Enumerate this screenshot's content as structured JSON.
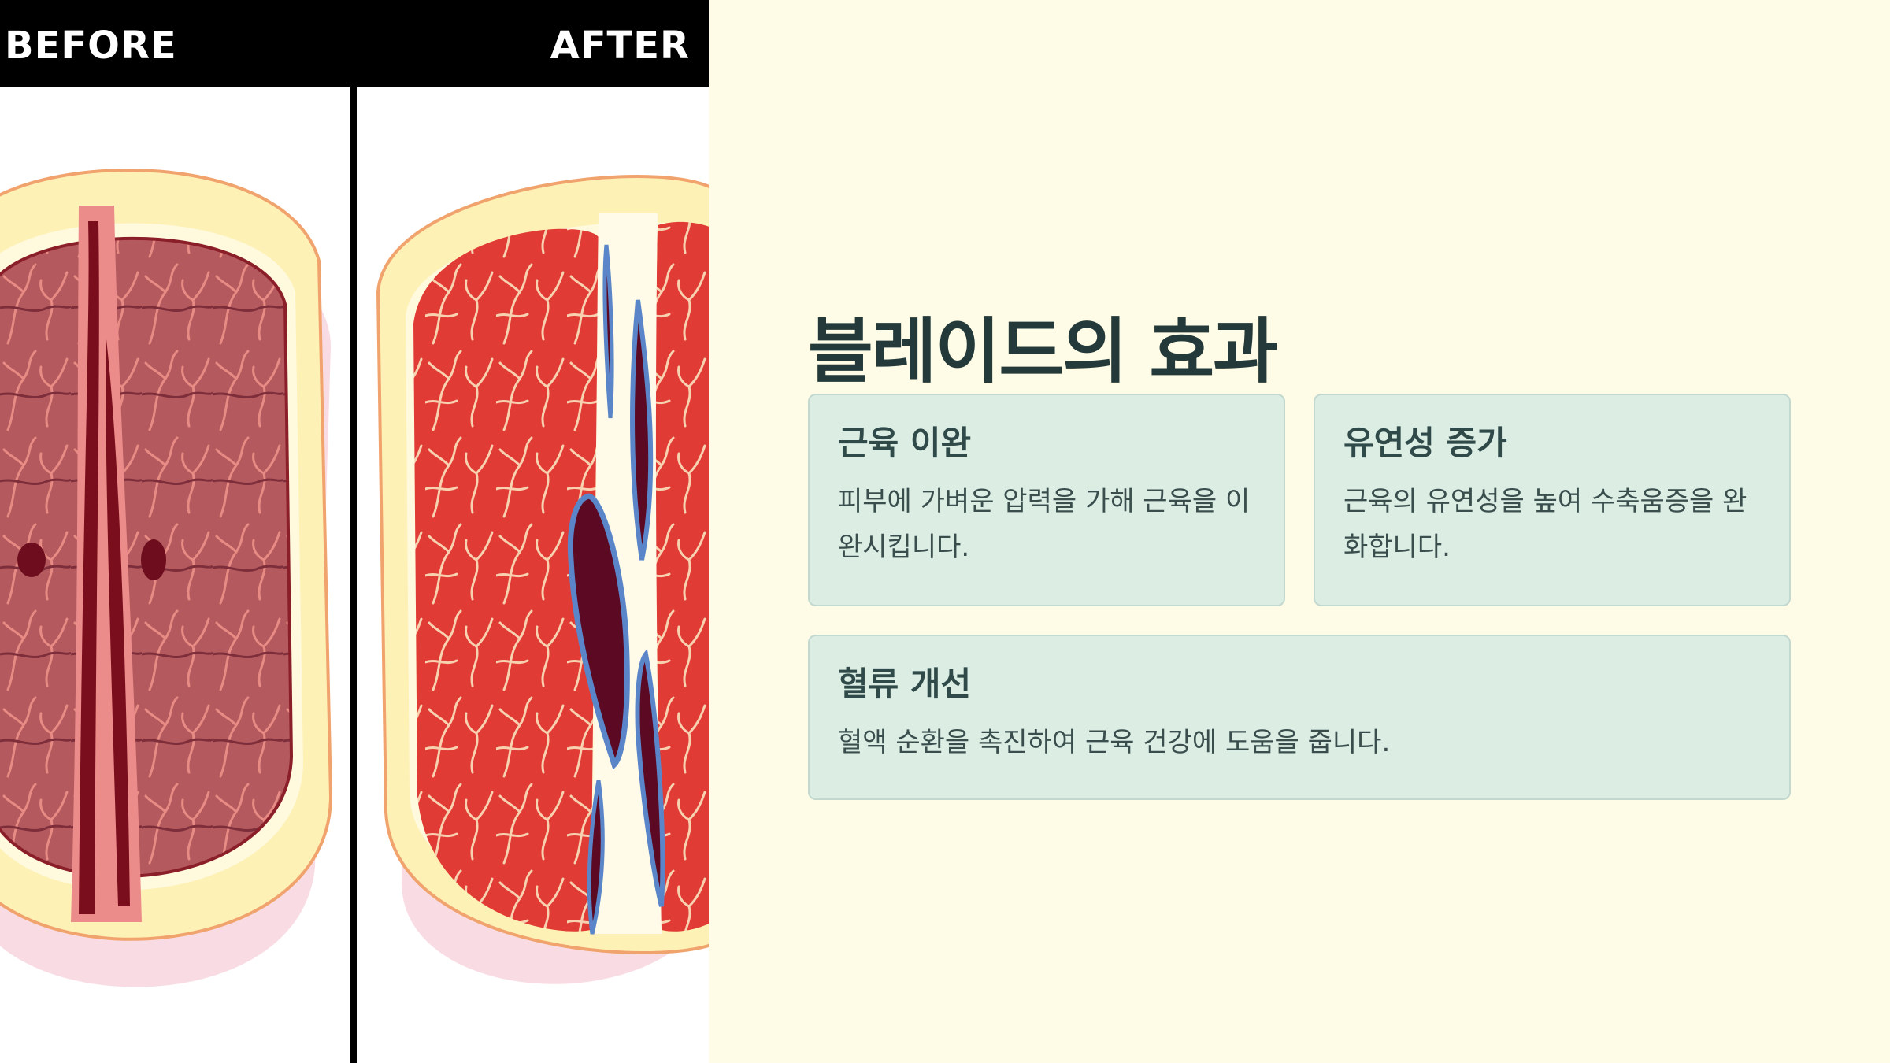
{
  "image_panel": {
    "label_before": "BEFORE",
    "label_after": "AFTER",
    "colors": {
      "header": "#000000",
      "before_muscle": "#b25a5e",
      "after_muscle": "#e03a34",
      "fat_layer": "#fdf0b8",
      "vein": "#5a86c9",
      "artery_dark": "#5c0a24"
    }
  },
  "main": {
    "title": "블레이드의 효과",
    "cards": [
      {
        "title": "근육 이완",
        "text": "피부에 가벼운 압력을 가해 근육을 이완시킵니다."
      },
      {
        "title": "유연성 증가",
        "text": "근육의 유연성을 높여 수축움증을 완화합니다."
      },
      {
        "title": "혈류 개선",
        "text": "혈액 순환을 촉진하여 근육 건강에 도움을 줍니다."
      }
    ]
  },
  "colors": {
    "background": "#fefce6",
    "title": "#243a3a",
    "card_bg": "#dcede4",
    "card_border": "#c3d8cf"
  }
}
